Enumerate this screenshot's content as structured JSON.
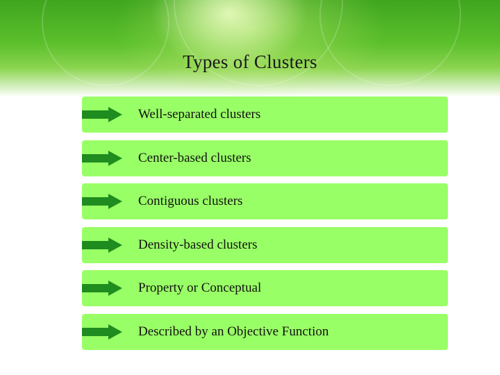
{
  "slide": {
    "title": "Types of Clusters",
    "items": [
      {
        "label": "Well-separated clusters"
      },
      {
        "label": "Center-based clusters"
      },
      {
        "label": "Contiguous clusters"
      },
      {
        "label": "Density-based clusters"
      },
      {
        "label": "Property or Conceptual"
      },
      {
        "label": "Described by an Objective Function"
      }
    ]
  },
  "colors": {
    "item_bg": "#99ff66",
    "arrow": "#1e8c1e",
    "banner": "#5cc02b"
  },
  "icons": {
    "bullet": "right-arrow-icon"
  }
}
